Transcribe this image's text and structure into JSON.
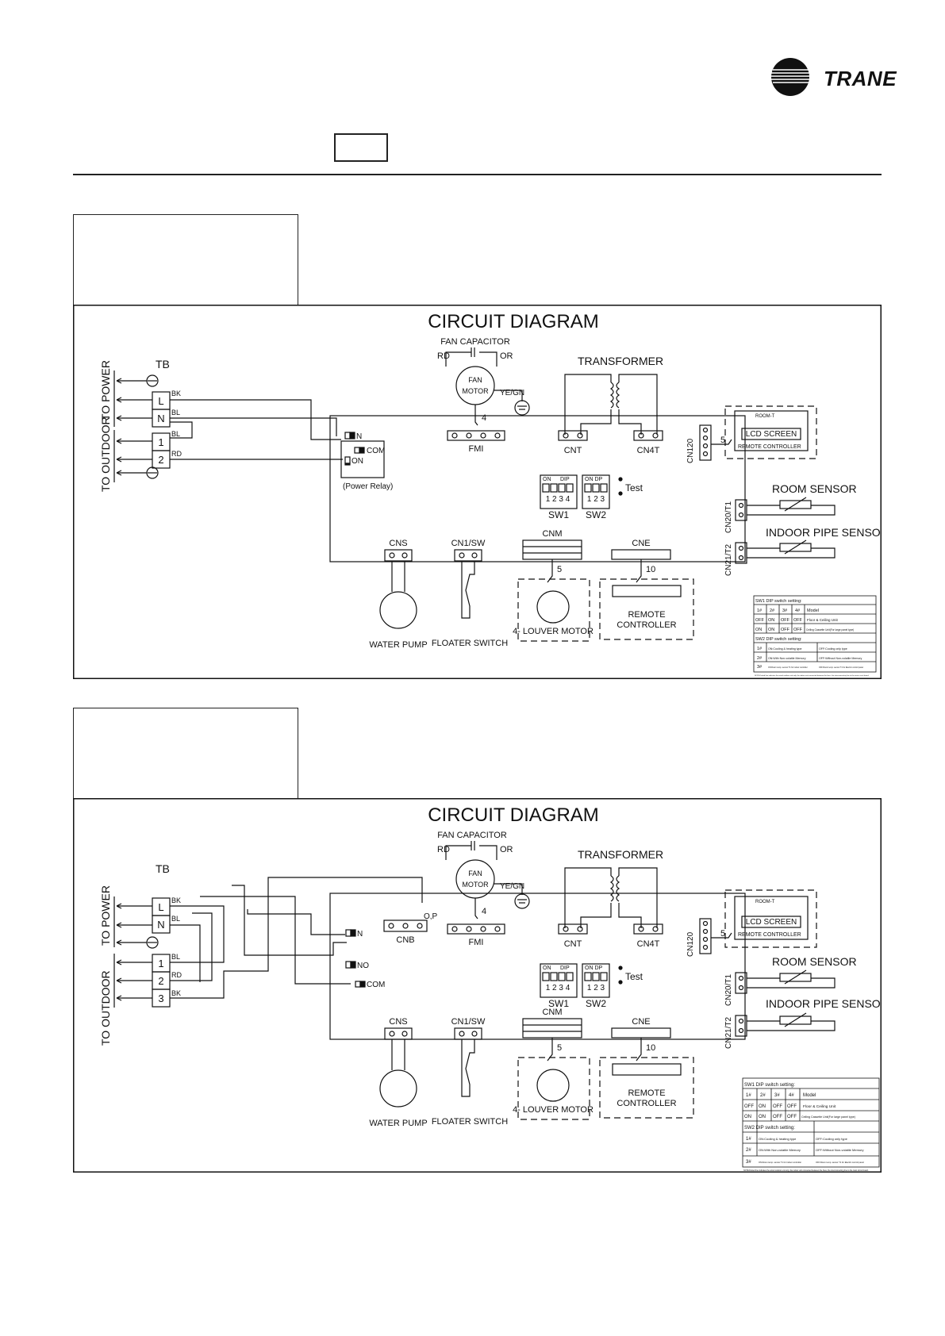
{
  "brand": {
    "name": "TRANE"
  },
  "diagrams": [
    {
      "title": "CIRCUIT DIAGRAM",
      "fan_capacitor": "FAN CAPACITOR",
      "wire_rd": "RD",
      "wire_or": "OR",
      "fan": "FAN",
      "motor": "MOTOR",
      "yegn": "YE/GN",
      "transformer": "TRANSFORMER",
      "tb": "TB",
      "to_power": "TO POWER",
      "to_outdoor": "TO OUTDOOR",
      "terminals": [
        "L",
        "N",
        "1",
        "2"
      ],
      "wire_labels": [
        "BK",
        "BL",
        "BL",
        "RD"
      ],
      "n_label": "N",
      "com_label": "COM",
      "on_label": "ON",
      "power_relay": "(Power Relay)",
      "fmi": "FMI",
      "cnt": "CNT",
      "cn4t": "CN4T",
      "cn120": "CN120",
      "fmi_count": "4",
      "cn120_count": "5",
      "lcd_room_t": "ROOM-T",
      "lcd_screen": "LCD SCREEN",
      "remote_controller_small": "REMOTE CONTROLLER",
      "sw1": "SW1",
      "sw2": "SW2",
      "sw1_header_on": "ON",
      "sw1_header_dip": "DIP",
      "sw2_header": "ON DP",
      "sw1_nums": "1 2 3 4",
      "sw2_nums": "1 2 3",
      "test": "Test",
      "room_sensor": "ROOM SENSOR",
      "indoor_pipe_sensor": "INDOOR PIPE SENSOR",
      "cn20": "CN20/T1",
      "cn21": "CN21/T2",
      "cns": "CNS",
      "cn1sw": "CN1/SW",
      "cnm": "CNM",
      "cne": "CNE",
      "cnm_count": "5",
      "cne_count": "10",
      "water_pump": "WATER PUMP",
      "floater_switch": "FLOATER  SWITCH",
      "louver_motor": "4- LOUVER MOTOR",
      "remote_1": "REMOTE",
      "remote_2": "CONTROLLER",
      "dip_table": {
        "sw1_title": "SW1 DIP switch setting:",
        "sw1_header": [
          "1#",
          "2#",
          "3#",
          "4#",
          "Model"
        ],
        "sw1_rows": [
          [
            "OFF",
            "ON",
            "OFF",
            "OFF",
            "Floor & Ceiling Unit"
          ],
          [
            "ON",
            "ON",
            "OFF",
            "OFF",
            "Ceiling Cassette Unit(For large panel type)"
          ]
        ],
        "sw2_title": "SW2 DIP switch setting:",
        "sw2_rows": [
          [
            "1#",
            "ON:Cooling & heating type",
            "OFF:Cooling only type"
          ],
          [
            "2#",
            "ON:With Non-volatile Memory",
            "OFF:Without Non-volatile Memory"
          ],
          [
            "3#",
            "ON:Room temp. sensor T1 for indoor controller",
            "OFF:Room temp. sensor T1 for Electric control panel"
          ]
        ],
        "note": "NOTE:Dotted line indicates the wired outdoor unit only, the indoor unit connected between the lines, the interconnecting line to the main circuit board."
      }
    },
    {
      "title": "CIRCUIT DIAGRAM",
      "fan_capacitor": "FAN CAPACITOR",
      "wire_rd": "RD",
      "wire_or": "OR",
      "fan": "FAN",
      "motor": "MOTOR",
      "yegn": "YE/GN",
      "transformer": "TRANSFORMER",
      "tb": "TB",
      "to_power": "TO POWER",
      "to_outdoor": "TO OUTDOOR",
      "terminals": [
        "L",
        "N",
        "1",
        "2",
        "3"
      ],
      "wire_labels": [
        "BK",
        "BL",
        "BL",
        "RD",
        "BK"
      ],
      "n_label": "N",
      "no_label": "NO",
      "com_label": "COM",
      "cnb": "CNB",
      "op": "O,P",
      "fmi": "FMI",
      "cnt": "CNT",
      "cn4t": "CN4T",
      "cn120": "CN120",
      "fmi_count": "4",
      "cn120_count": "5",
      "lcd_room_t": "ROOM-T",
      "lcd_screen": "LCD SCREEN",
      "remote_controller_small": "REMOTE CONTROLLER",
      "sw1": "SW1",
      "sw2": "SW2",
      "sw1_header_on": "ON",
      "sw1_header_dip": "DIP",
      "sw2_header": "ON DP",
      "sw1_nums": "1 2 3 4",
      "sw2_nums": "1 2 3",
      "test": "Test",
      "room_sensor": "ROOM SENSOR",
      "indoor_pipe_sensor": "INDOOR PIPE SENSOR",
      "cn20": "CN20/T1",
      "cn21": "CN21/T2",
      "cns": "CNS",
      "cn1sw": "CN1/SW",
      "cnm": "CNM",
      "cne": "CNE",
      "cnm_count": "5",
      "cne_count": "10",
      "water_pump": "WATER PUMP",
      "floater_switch": "FLOATER  SWITCH",
      "louver_motor": "4- LOUVER MOTOR",
      "remote_1": "REMOTE",
      "remote_2": "CONTROLLER",
      "dip_table": {
        "sw1_title": "SW1 DIP switch setting:",
        "sw1_header": [
          "1#",
          "2#",
          "3#",
          "4#",
          "Model"
        ],
        "sw1_rows": [
          [
            "OFF",
            "ON",
            "OFF",
            "OFF",
            "Floor & Ceiling Unit"
          ],
          [
            "ON",
            "ON",
            "OFF",
            "OFF",
            "Ceiling Cassette Unit(For large panel type)"
          ]
        ],
        "sw2_title": "SW2 DIP switch setting:",
        "sw2_rows": [
          [
            "1#",
            "ON:Cooling & heating type",
            "OFF:Cooling only type"
          ],
          [
            "2#",
            "ON:With Non-volatile Memory",
            "OFF:Without Non-volatile Memory"
          ],
          [
            "3#",
            "ON:Room temp. sensor T1 for indoor controller",
            "OFF:Room temp. sensor T1 for Electric control panel"
          ]
        ],
        "note": "NOTE:Dotted line indicates the wired outdoor unit only, the indoor unit connected between the lines, the interconnecting line to the main circuit board."
      }
    }
  ]
}
